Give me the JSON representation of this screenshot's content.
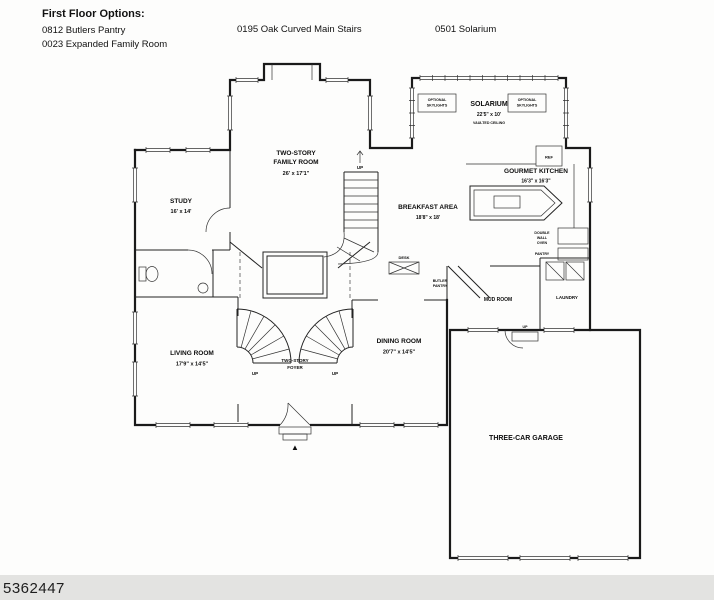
{
  "header": {
    "title": "First Floor Options:",
    "option_a": "0812 Butlers Pantry",
    "option_b": "0023 Expanded Family Room",
    "option_c": "0195 Oak Curved Main Stairs",
    "option_d": "0501 Solarium"
  },
  "rooms": {
    "family_room": {
      "line1": "TWO-STORY",
      "line2": "FAMILY ROOM",
      "dims": "26' x 17'1\""
    },
    "study": {
      "name": "STUDY",
      "dims": "16' x 14'"
    },
    "solarium": {
      "name": "SOLARIUM",
      "dims": "22'5\" x 10'",
      "note": "VAULTED CEILING"
    },
    "skylight": {
      "line1": "OPTIONAL",
      "line2": "SKYLIGHTS"
    },
    "kitchen": {
      "name": "GOURMET KITCHEN",
      "dims": "16'3\" x 16'3\""
    },
    "breakfast": {
      "name": "BREAKFAST AREA",
      "dims": "18'8\" x 18'"
    },
    "living_room": {
      "name": "LIVING ROOM",
      "dims": "17'9\" x 14'5\""
    },
    "foyer": {
      "line1": "TWO-STORY",
      "line2": "FOYER"
    },
    "dining_room": {
      "name": "DINING ROOM",
      "dims": "20'7\" x 14'5\""
    },
    "mud_room": {
      "name": "MUD ROOM"
    },
    "laundry": {
      "name": "LAUNDRY"
    },
    "garage": {
      "name": "THREE-CAR GARAGE"
    },
    "butler_pantry": {
      "line1": "BUTLER",
      "line2": "PANTRY"
    }
  },
  "labels": {
    "up": "UP",
    "ref": "REF",
    "desk": "DESK",
    "oven_line1": "DOUBLE",
    "oven_line2": "WALL",
    "oven_line3": "OVEN",
    "pantry": "PANTRY",
    "entry_marker": "▲"
  },
  "watermark": "5362447",
  "colors": {
    "line": "#1a1a1a",
    "footer_bg": "#e3e3e1",
    "page_bg": "#fdfdfc"
  }
}
